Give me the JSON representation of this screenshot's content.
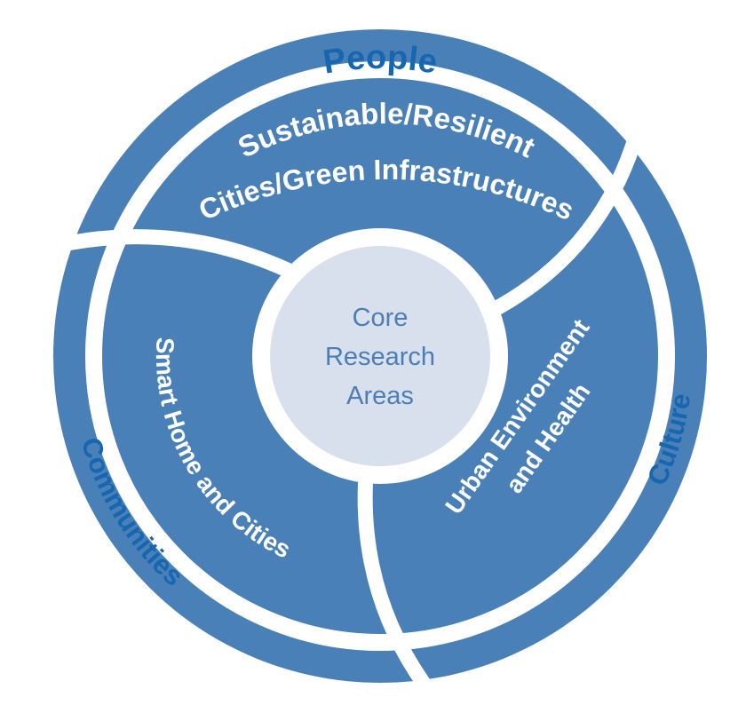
{
  "diagram": {
    "title": "Core Research Areas diagram",
    "center": {
      "label": "Core Research Areas",
      "lines": [
        "Core",
        "Research",
        "Areas"
      ]
    },
    "middle_ring": {
      "segments": [
        {
          "label": "Sustainable/Resilient Cities/Green Infrastructures",
          "lines": [
            "Sustainable/Resilient",
            "Cities/Green Infrastructures"
          ],
          "position": "top"
        },
        {
          "label": "Urban Environment and Health",
          "lines": [
            "Urban Environment",
            "and Health"
          ],
          "position": "lower-right"
        },
        {
          "label": "Smart Home and Cities",
          "lines": [
            "Smart Home and Cities"
          ],
          "position": "lower-left"
        }
      ]
    },
    "outer_ring": {
      "segments": [
        {
          "label": "People",
          "position": "top"
        },
        {
          "label": "Culture",
          "position": "right"
        },
        {
          "label": "Communities",
          "position": "left"
        }
      ]
    },
    "colors": {
      "ring_blue": "#4a80b8",
      "outer_label_blue": "#1766b0",
      "center_circle_fill": "#d7e0ec",
      "center_text_blue": "#4a7eb5",
      "divider_white": "#ffffff",
      "background": "#ffffff"
    }
  }
}
